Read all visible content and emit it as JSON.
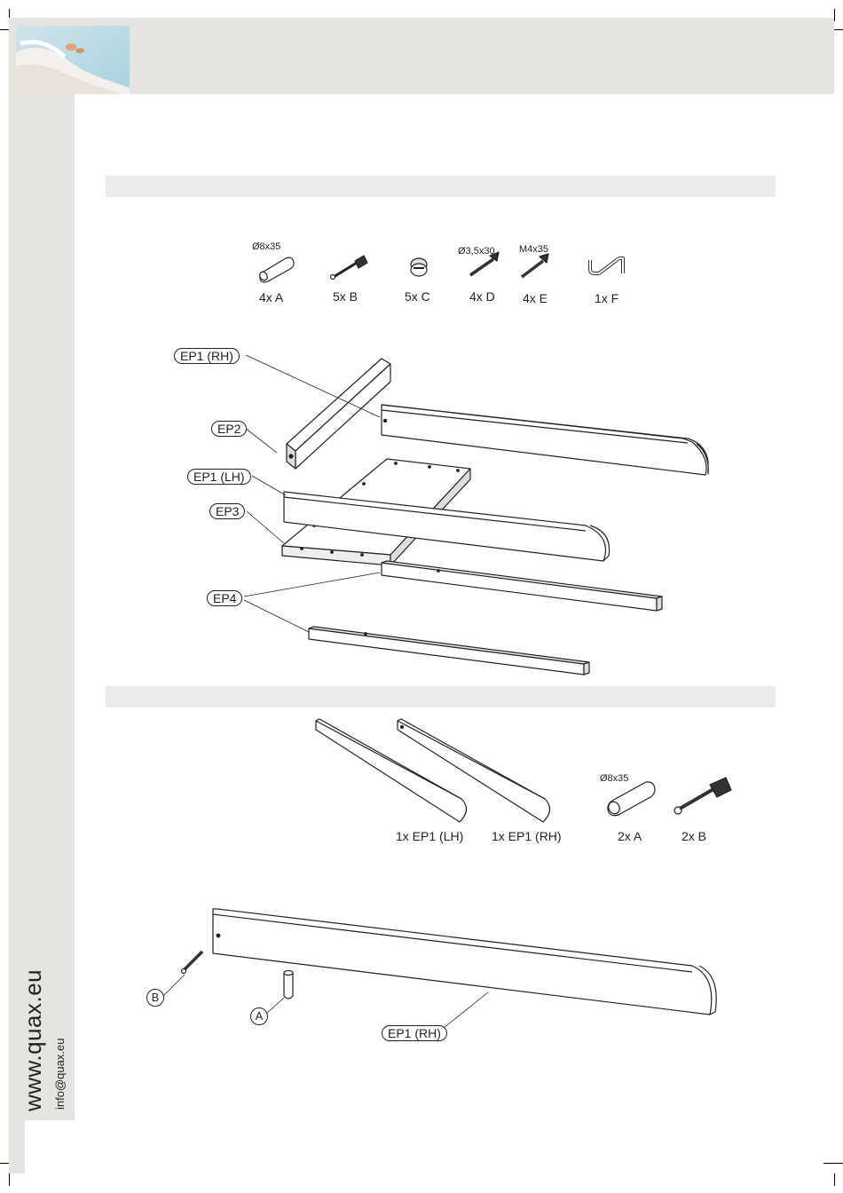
{
  "footer": {
    "website": "www.quax.eu",
    "email": "info@quax.eu"
  },
  "parts_list": [
    {
      "label": "4x A",
      "dimension": "Ø8x35"
    },
    {
      "label": "5x B",
      "dimension": ""
    },
    {
      "label": "5x C",
      "dimension": ""
    },
    {
      "label": "4x D",
      "dimension": "Ø3,5x30"
    },
    {
      "label": "4x E",
      "dimension": "M4x35"
    },
    {
      "label": "1x F",
      "dimension": ""
    }
  ],
  "exploded_view": {
    "callouts": [
      "EP1 (RH)",
      "EP2",
      "EP1 (LH)",
      "EP3",
      "EP4"
    ]
  },
  "step_parts": [
    {
      "label": "1x EP1 (LH)"
    },
    {
      "label": "1x EP1 (RH)"
    },
    {
      "label": "2x A",
      "dimension": "Ø8x35"
    },
    {
      "label": "2x B"
    }
  ],
  "step_assembly": {
    "callout_b": "B",
    "callout_a": "A",
    "callout_part": "EP1 (RH)"
  },
  "colors": {
    "band": "#e6e4e0",
    "section_band": "#ebebeb",
    "line": "#222222"
  }
}
